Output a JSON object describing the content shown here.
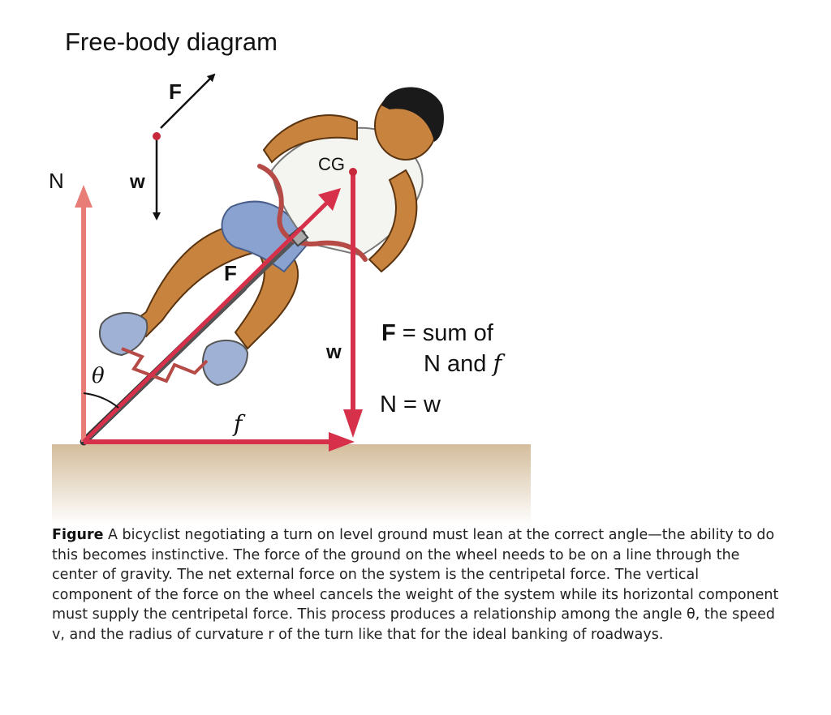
{
  "title": "Free-body diagram",
  "fbd": {
    "force_label": "F",
    "weight_label": "w"
  },
  "main": {
    "normal_label": "N",
    "weight_label": "w",
    "cg_label": "CG",
    "angle_label": "θ",
    "friction_label": "f",
    "bike_force_label": "F"
  },
  "equations": {
    "line1_prefix": "F",
    "line1_rest": " = sum of",
    "line2_prefix": "N and ",
    "line2_f": "f",
    "line3": "N = w"
  },
  "caption": {
    "label": "Figure",
    "text": " A bicyclist negotiating a turn on level ground must lean at the correct angle—the ability to do this becomes instinctive. The force of the ground on the wheel needs to be on a line through the center of gravity. The net external force on the system is the centripetal force. The vertical component of the force on the wheel cancels the weight of the system while its horizontal component must supply the centripetal force. This process produces a relationship among the angle θ, the speed v, and the radius of curvature r of the turn like that for the ideal banking of roadways."
  },
  "colors": {
    "force_red": "#d6304a",
    "normal_pink": "#e87d78",
    "skin": "#c8833e",
    "shorts": "#7f97c6",
    "frame": "#b64a46",
    "ground": "#d9c3a2"
  }
}
